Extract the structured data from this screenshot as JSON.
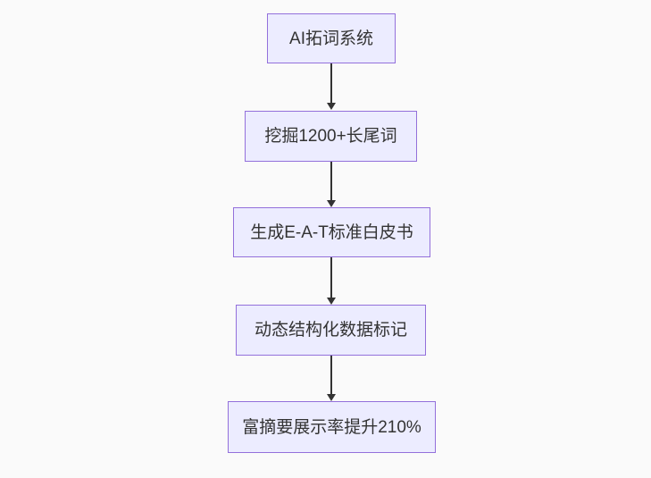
{
  "diagram": {
    "type": "flowchart-top-down",
    "colors": {
      "canvas_bg": "#fafafa",
      "node_fill": "#ececff",
      "node_border": "#9370db",
      "arrow_color": "#333333",
      "text_color": "#333333"
    },
    "nodes": [
      {
        "label": "AI拓词系统"
      },
      {
        "label": "挖掘1200+长尾词"
      },
      {
        "label": "生成E-A-T标准白皮书"
      },
      {
        "label": "动态结构化数据标记"
      },
      {
        "label": "富摘要展示率提升210%"
      }
    ],
    "edges": [
      {
        "from": "AI拓词系统",
        "to": "挖掘1200+长尾词"
      },
      {
        "from": "挖掘1200+长尾词",
        "to": "生成E-A-T标准白皮书"
      },
      {
        "from": "生成E-A-T标准白皮书",
        "to": "动态结构化数据标记"
      },
      {
        "from": "动态结构化数据标记",
        "to": "富摘要展示率提升210%"
      }
    ]
  }
}
